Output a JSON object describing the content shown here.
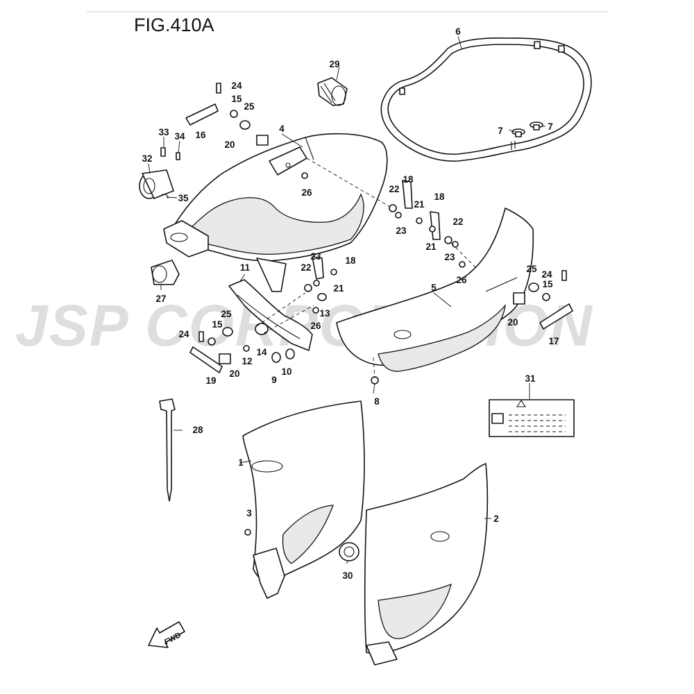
{
  "figure": {
    "title": "FIG.410A",
    "watermark": "JSP CORPORATION",
    "direction_label": "FWD"
  },
  "callouts": [
    {
      "id": "c1",
      "label": "1"
    },
    {
      "id": "c2",
      "label": "2"
    },
    {
      "id": "c3",
      "label": "3"
    },
    {
      "id": "c4",
      "label": "4"
    },
    {
      "id": "c5",
      "label": "5"
    },
    {
      "id": "c6",
      "label": "6"
    },
    {
      "id": "c7a",
      "label": "7"
    },
    {
      "id": "c7b",
      "label": "7"
    },
    {
      "id": "c8",
      "label": "8"
    },
    {
      "id": "c9",
      "label": "9"
    },
    {
      "id": "c10",
      "label": "10"
    },
    {
      "id": "c11",
      "label": "11"
    },
    {
      "id": "c12",
      "label": "12"
    },
    {
      "id": "c13",
      "label": "13"
    },
    {
      "id": "c14",
      "label": "14"
    },
    {
      "id": "c15a",
      "label": "15"
    },
    {
      "id": "c15b",
      "label": "15"
    },
    {
      "id": "c15c",
      "label": "15"
    },
    {
      "id": "c16",
      "label": "16"
    },
    {
      "id": "c17",
      "label": "17"
    },
    {
      "id": "c18a",
      "label": "18"
    },
    {
      "id": "c18b",
      "label": "18"
    },
    {
      "id": "c18c",
      "label": "18"
    },
    {
      "id": "c19",
      "label": "19"
    },
    {
      "id": "c20a",
      "label": "20"
    },
    {
      "id": "c20b",
      "label": "20"
    },
    {
      "id": "c20c",
      "label": "20"
    },
    {
      "id": "c21a",
      "label": "21"
    },
    {
      "id": "c21b",
      "label": "21"
    },
    {
      "id": "c21c",
      "label": "21"
    },
    {
      "id": "c22a",
      "label": "22"
    },
    {
      "id": "c22b",
      "label": "22"
    },
    {
      "id": "c22c",
      "label": "22"
    },
    {
      "id": "c23a",
      "label": "23"
    },
    {
      "id": "c23b",
      "label": "23"
    },
    {
      "id": "c23c",
      "label": "23"
    },
    {
      "id": "c24a",
      "label": "24"
    },
    {
      "id": "c24b",
      "label": "24"
    },
    {
      "id": "c24c",
      "label": "24"
    },
    {
      "id": "c25a",
      "label": "25"
    },
    {
      "id": "c25b",
      "label": "25"
    },
    {
      "id": "c25c",
      "label": "25"
    },
    {
      "id": "c26a",
      "label": "26"
    },
    {
      "id": "c26b",
      "label": "26"
    },
    {
      "id": "c26c",
      "label": "26"
    },
    {
      "id": "c27",
      "label": "27"
    },
    {
      "id": "c28",
      "label": "28"
    },
    {
      "id": "c29",
      "label": "29"
    },
    {
      "id": "c30",
      "label": "30"
    },
    {
      "id": "c31",
      "label": "31"
    },
    {
      "id": "c32",
      "label": "32"
    },
    {
      "id": "c33",
      "label": "33"
    },
    {
      "id": "c34",
      "label": "34"
    },
    {
      "id": "c35",
      "label": "35"
    }
  ]
}
